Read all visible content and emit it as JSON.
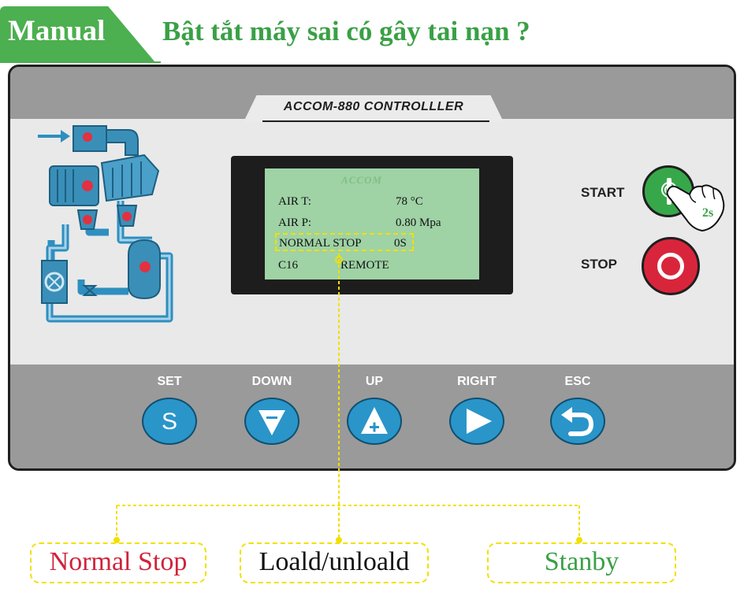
{
  "header": {
    "mode_label": "Manual",
    "title": "Bật tắt máy sai có gây tai nạn ?"
  },
  "controller": {
    "title": "ACCOM-880 CONTROLLLER"
  },
  "lcd": {
    "logo": "ACCOM",
    "rows": [
      {
        "label": "AIR T:",
        "value": "78 °C"
      },
      {
        "label": "AIR P:",
        "value": "0.80 Mpa"
      },
      {
        "label": "NORMAL STOP",
        "value": "0S"
      },
      {
        "label": "C16",
        "value": "REMOTE"
      }
    ]
  },
  "side_buttons": {
    "start_label": "START",
    "stop_label": "STOP",
    "press_hint": "2s"
  },
  "keys": [
    {
      "label": "SET",
      "icon": "s-letter-icon",
      "glyph": "S"
    },
    {
      "label": "DOWN",
      "icon": "down-triangle-icon"
    },
    {
      "label": "UP",
      "icon": "up-triangle-icon"
    },
    {
      "label": "RIGHT",
      "icon": "right-triangle-icon"
    },
    {
      "label": "ESC",
      "icon": "return-arrow-icon"
    }
  ],
  "callouts": [
    {
      "text": "Normal Stop",
      "color": "#d0223a"
    },
    {
      "text": "Loald/unloald",
      "color": "#111111"
    },
    {
      "text": "Stanby",
      "color": "#3aa046"
    }
  ],
  "colors": {
    "accent_green": "#4caf50",
    "key_blue": "#2a95c9",
    "start_green": "#37a84a",
    "stop_red": "#d9253b",
    "lcd_green": "#9fd2a5",
    "highlight_yellow": "#f2e000"
  }
}
